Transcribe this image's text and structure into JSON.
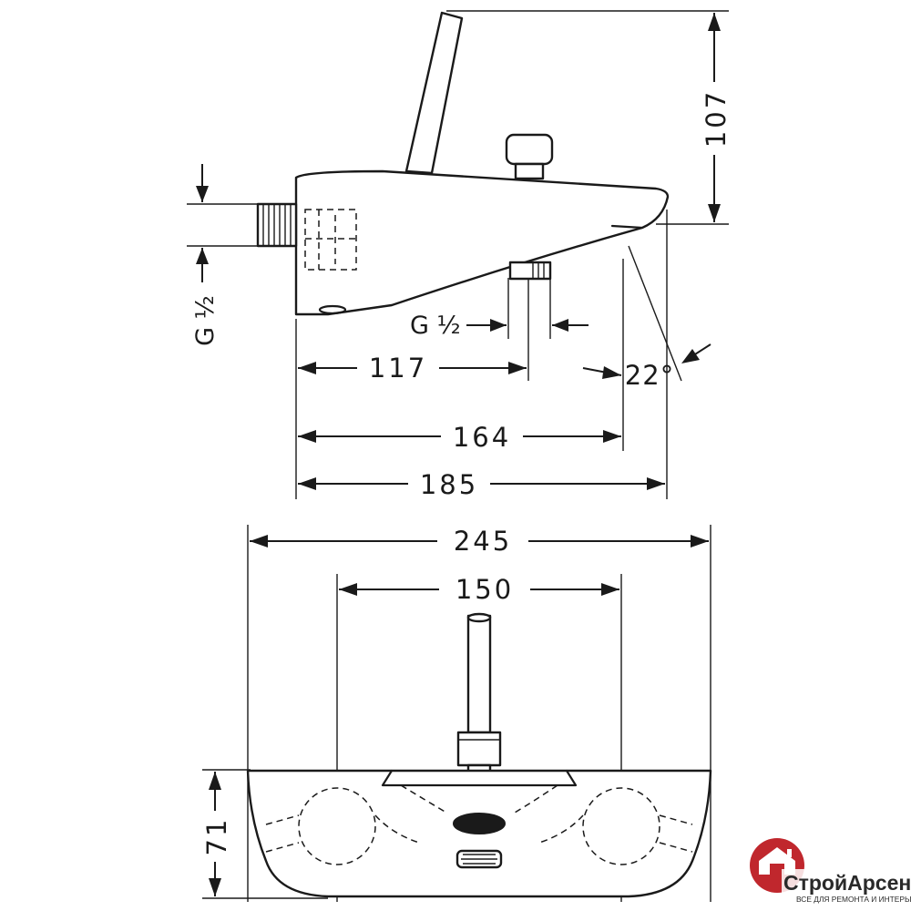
{
  "dimensions": {
    "side_height": "107",
    "side_thread": "G ½",
    "outlet_thread": "G ½",
    "angle": "22°",
    "depth_117": "117",
    "depth_164": "164",
    "depth_185": "185",
    "width_245": "245",
    "centers_150": "150",
    "front_height": "71"
  },
  "logo": {
    "name": "СтройАрсенал",
    "tagline": "ВСЕ ДЛЯ РЕМОНТА И ИНТЕРЬЕРА",
    "accent_color": "#c0272d"
  }
}
